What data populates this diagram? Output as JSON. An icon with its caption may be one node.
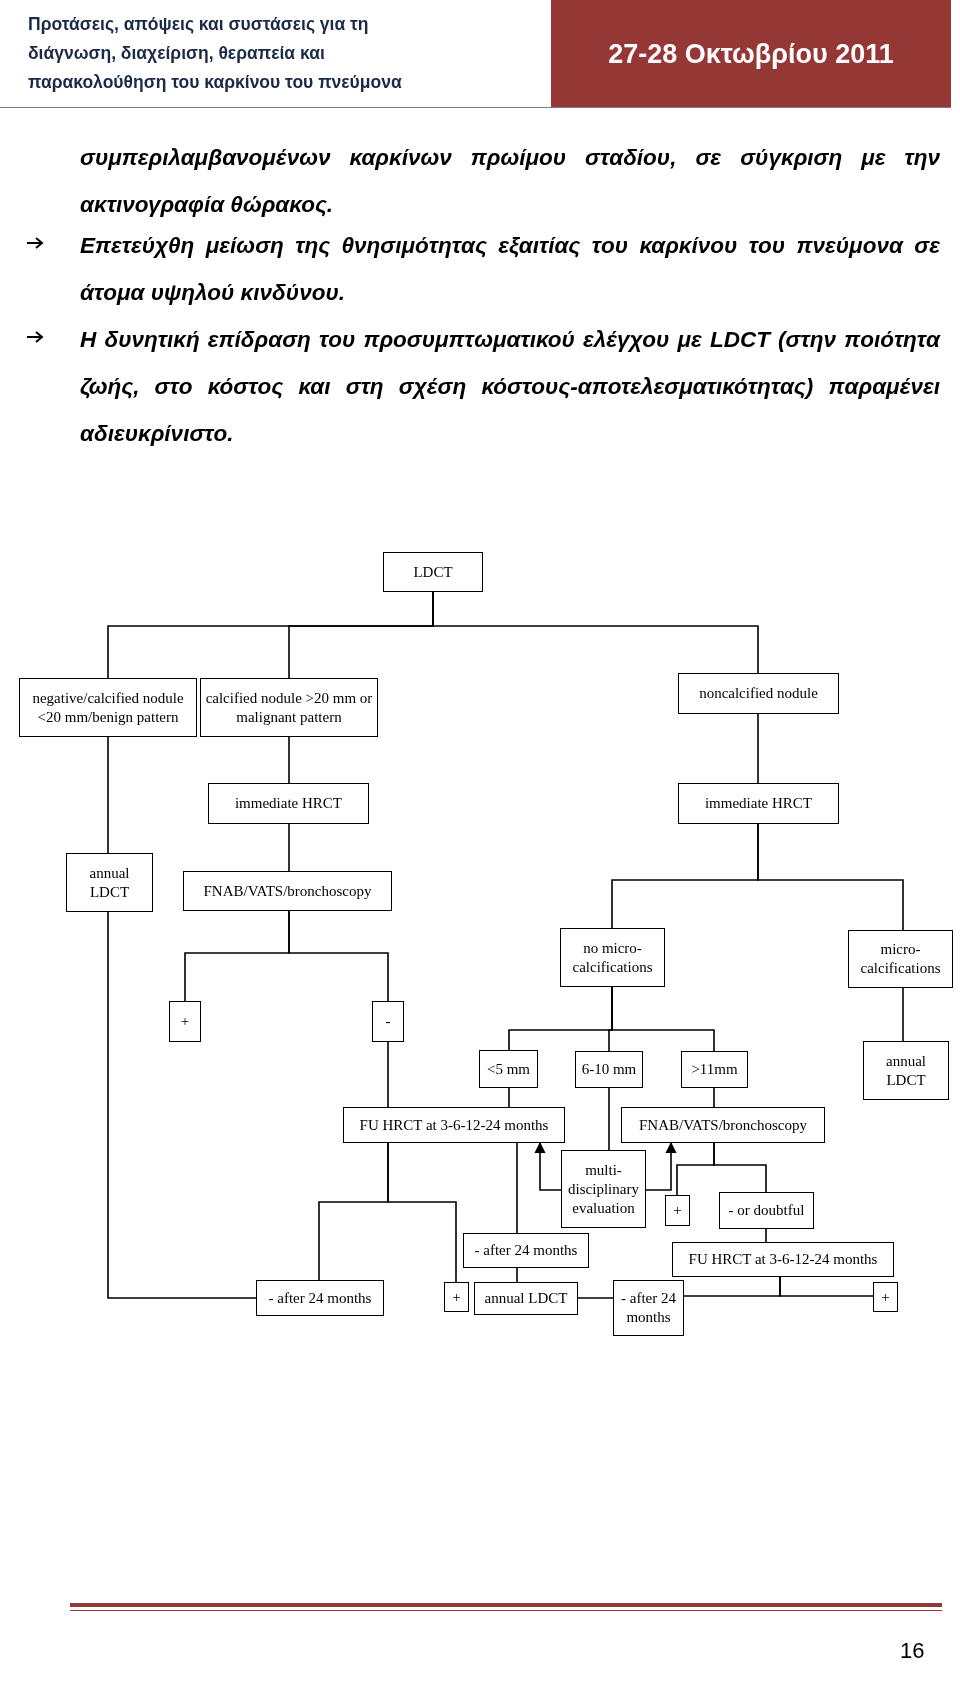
{
  "diagram": {
    "nodes": [
      {
        "text": [
          "LDCT"
        ]
      },
      {
        "text": [
          "negative/calcified nodule <20 mm/benign pattern"
        ]
      },
      {
        "text": [
          "calcified nodule >20 mm or malignant pattern"
        ]
      },
      {
        "text": [
          "noncalcified nodule"
        ]
      },
      {
        "text": [
          "immediate HRCT"
        ]
      },
      {
        "text": [
          "immediate HRCT"
        ]
      },
      {
        "text": [
          "annual LDCT"
        ]
      },
      {
        "text": [
          "FNAB/VATS/bronchoscopy"
        ]
      },
      {
        "text": [
          "no micro-calcifications"
        ]
      },
      {
        "text": [
          "micro-calcifications"
        ]
      },
      {
        "text": [
          "+"
        ]
      },
      {
        "text": [
          "-"
        ]
      },
      {
        "text": [
          "<5 mm"
        ]
      },
      {
        "text": [
          "6-10 mm"
        ]
      },
      {
        "text": [
          ">11mm"
        ]
      },
      {
        "text": [
          "annual LDCT"
        ]
      },
      {
        "text": [
          "FU HRCT at 3-6-12-24 months"
        ]
      },
      {
        "text": [
          "FNAB/VATS/bronchoscopy"
        ]
      },
      {
        "text": [
          "multi-disciplinary evaluation"
        ]
      },
      {
        "text": [
          "+"
        ]
      },
      {
        "text": [
          "- or doubtful"
        ]
      },
      {
        "text": [
          "- after 24 months"
        ]
      },
      {
        "text": [
          "FU HRCT at 3-6-12-24 months"
        ]
      },
      {
        "text": [
          "- after 24 months"
        ]
      },
      {
        "text": [
          "+"
        ]
      },
      {
        "text": [
          "annual LDCT"
        ]
      },
      {
        "text": [
          "- after 24 months"
        ]
      },
      {
        "text": [
          "+"
        ]
      }
    ],
    "edges": [
      {
        "from": 0,
        "to": 1,
        "arrow": "none"
      },
      {
        "from": 0,
        "to": 2,
        "arrow": "none"
      },
      {
        "from": 0,
        "to": 3,
        "arrow": "none"
      },
      {
        "from": 1,
        "to": 6,
        "arrow": "none"
      },
      {
        "from": 2,
        "to": 4,
        "arrow": "none"
      },
      {
        "from": 3,
        "to": 5,
        "arrow": "none"
      },
      {
        "from": 4,
        "to": 7,
        "arrow": "none"
      },
      {
        "from": 5,
        "to": 8,
        "arrow": "none"
      },
      {
        "from": 5,
        "to": 9,
        "arrow": "none"
      },
      {
        "from": 9,
        "to": 15,
        "arrow": "none"
      },
      {
        "from": 7,
        "to": 10,
        "arrow": "none"
      },
      {
        "from": 7,
        "to": 11,
        "arrow": "none"
      },
      {
        "from": 11,
        "to": 16,
        "arrow": "none"
      },
      {
        "from": 8,
        "to": 12,
        "arrow": "none"
      },
      {
        "from": 8,
        "to": 13,
        "arrow": "none"
      },
      {
        "from": 8,
        "to": 14,
        "arrow": "none"
      },
      {
        "from": 12,
        "to": 16,
        "arrow": "none"
      },
      {
        "from": 14,
        "to": 17,
        "arrow": "none"
      },
      {
        "from": 13,
        "to": 18,
        "arrow": "none"
      },
      {
        "from": 18,
        "to": 16,
        "arrow": "to"
      },
      {
        "from": 18,
        "to": 17,
        "arrow": "to"
      },
      {
        "from": 17,
        "to": 19,
        "arrow": "none"
      },
      {
        "from": 17,
        "to": 20,
        "arrow": "none"
      },
      {
        "from": 20,
        "to": 22,
        "arrow": "none"
      },
      {
        "from": 16,
        "to": 21,
        "arrow": "none"
      },
      {
        "from": 21,
        "to": 25,
        "arrow": "none"
      },
      {
        "from": 16,
        "to": 23,
        "arrow": "none"
      },
      {
        "from": 16,
        "to": 24,
        "arrow": "none"
      },
      {
        "from": 23,
        "to": 6,
        "arrow": "none"
      },
      {
        "from": 25,
        "to": 26,
        "arrow": "none"
      },
      {
        "from": 22,
        "to": 26,
        "arrow": "none"
      },
      {
        "from": 22,
        "to": 27,
        "arrow": "none"
      }
    ],
    "labels": [
      "Προτάσεις, απόψεις και συστάσεις για τη διάγνωση, διαχείριση, θεραπεία και παρακολούθηση του καρκίνου του πνεύμονα",
      "27-28 Οκτωβρίου 2011",
      "συμπεριλαμβανομένων καρκίνων πρωίμου σταδίου, σε σύγκριση με την ακτινογραφία θώρακος.",
      "Επετεύχθη μείωση της θνησιμότητας εξαιτίας του καρκίνου του πνεύμονα σε άτομα υψηλού κινδύνου.",
      "Η δυνητική επίδραση του προσυμπτωματικού ελέγχου με LDCT (στην ποιότητα ζωής, στο κόστος και στη σχέση κόστους-αποτελεσματικότητας) παραμένει αδιευκρίνιστο.",
      "16"
    ]
  }
}
